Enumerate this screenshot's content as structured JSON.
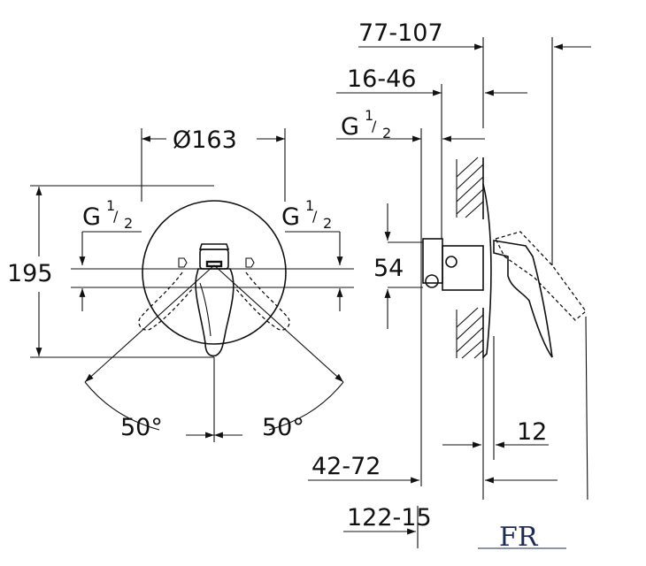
{
  "front_view": {
    "diameter": "Ø163",
    "height": "195",
    "thread_left_base": "G",
    "thread_left_fraction_num": "1",
    "thread_left_fraction_den": "2",
    "thread_right_base": "G",
    "thread_right_fraction_num": "1",
    "thread_right_fraction_den": "2",
    "angle_left": "50°",
    "angle_right": "50°"
  },
  "side_view": {
    "depth_total": "77-107",
    "depth_body": "16-46",
    "thread_base": "G",
    "thread_fraction_num": "1",
    "thread_fraction_den": "2",
    "height_center": "54",
    "plate_offset": "12",
    "depth_wall": "42-72",
    "depth_overall": "122-15"
  },
  "logo": {
    "text": "FR"
  }
}
